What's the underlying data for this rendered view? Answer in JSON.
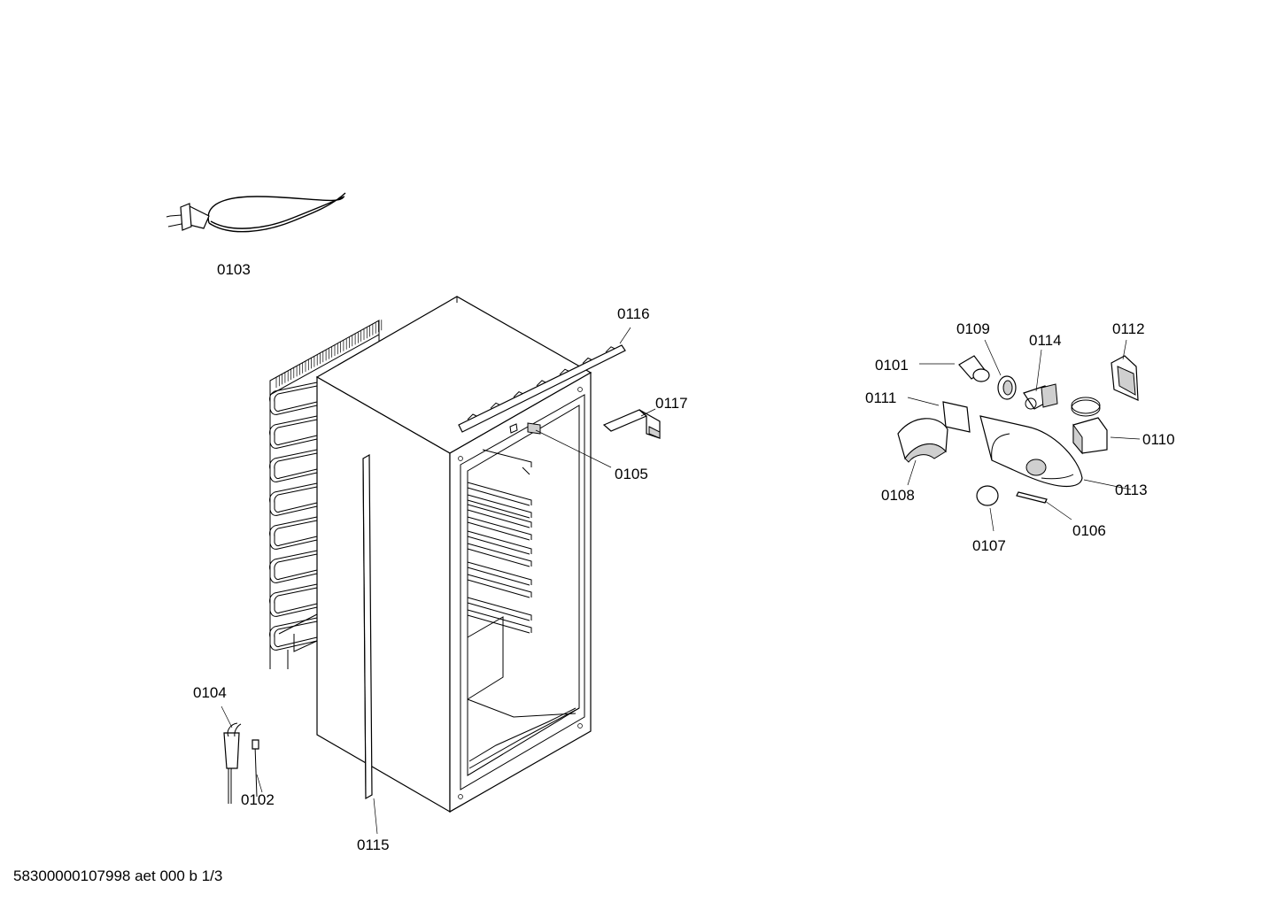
{
  "labels": {
    "p0101": "0101",
    "p0102": "0102",
    "p0103": "0103",
    "p0104": "0104",
    "p0105": "0105",
    "p0106": "0106",
    "p0107": "0107",
    "p0108": "0108",
    "p0109": "0109",
    "p0110": "0110",
    "p0111": "0111",
    "p0112": "0112",
    "p0113": "0113",
    "p0114": "0114",
    "p0115": "0115",
    "p0116": "0116",
    "p0117": "0117"
  },
  "footer": "58300000107998 aet 000 b 1/3"
}
